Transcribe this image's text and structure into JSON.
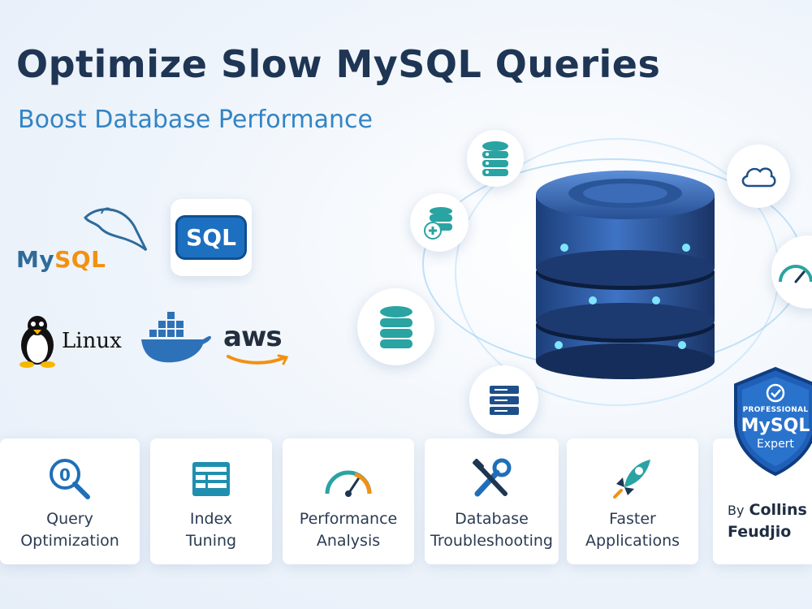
{
  "header": {
    "title": "Optimize Slow MySQL Queries",
    "subtitle": "Boost Database Performance"
  },
  "logos": {
    "mysql_prefix": "My",
    "mysql_suffix": "SQL",
    "sql_badge": "SQL",
    "linux": "Linux",
    "aws": "aws"
  },
  "features": [
    {
      "line1": "Query",
      "line2": "Optimization",
      "icon": "magnifier-icon"
    },
    {
      "line1": "Index",
      "line2": "Tuning",
      "icon": "table-icon"
    },
    {
      "line1": "Performance",
      "line2": "Analysis",
      "icon": "gauge-icon"
    },
    {
      "line1": "Database",
      "line2": "Troubleshooting",
      "icon": "tools-icon"
    },
    {
      "line1": "Faster",
      "line2": "Applications",
      "icon": "rocket-icon"
    }
  ],
  "badge": {
    "line1": "PROFESSIONAL",
    "line2": "MySQL",
    "line3": "Expert"
  },
  "author": {
    "by": "By",
    "first": "Collins",
    "last": "Feudjio"
  },
  "colors": {
    "title": "#1e3554",
    "subtitle": "#3384c4",
    "accent": "#1d6fc0",
    "teal": "#2aa3a3"
  }
}
